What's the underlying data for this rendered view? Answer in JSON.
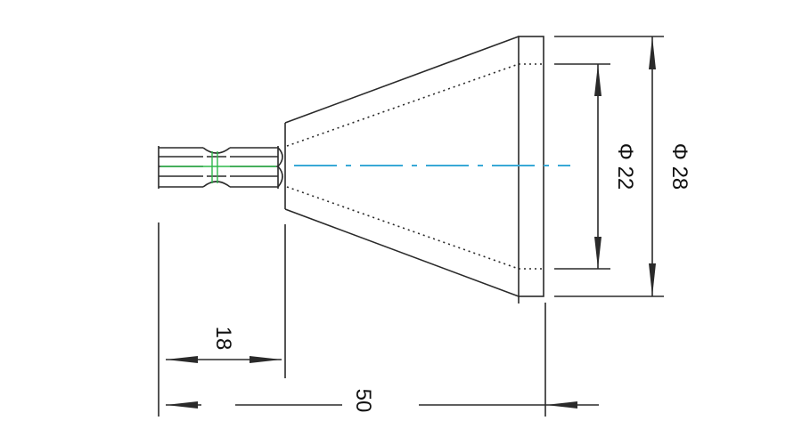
{
  "dimensions": {
    "shank_length": "18",
    "overall_length": "50",
    "inner_diameter": "Φ 22",
    "outer_diameter": "Φ 28"
  },
  "colors": {
    "outline": "#2a2a2a",
    "centerline": "#39a9d6",
    "shank_centerline": "#2db84a"
  }
}
